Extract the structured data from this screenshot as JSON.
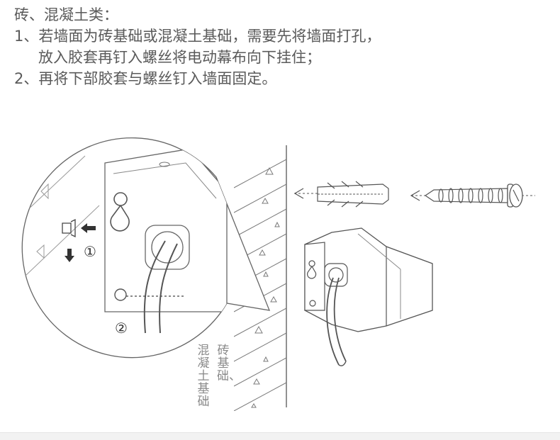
{
  "instructions": {
    "title": "砖、混凝土类：",
    "step1_line1": "1、若墙面为砖基础或混凝土基础，需要先将墙面打孔，",
    "step1_line2": "放入胶套再钉入螺丝将电动幕布向下挂住；",
    "step2": "2、再将下部胶套与螺丝钉入墙面固定。"
  },
  "diagram": {
    "step_marker_1": "①",
    "step_marker_2": "②",
    "wall_label_brick": "砖基础、",
    "wall_label_concrete": "混凝土基础",
    "icons": [
      "wall-anchor-icon",
      "screw-icon",
      "arrow-left-icon",
      "arrow-down-icon",
      "mounting-bracket-icon",
      "power-cable-icon"
    ]
  }
}
